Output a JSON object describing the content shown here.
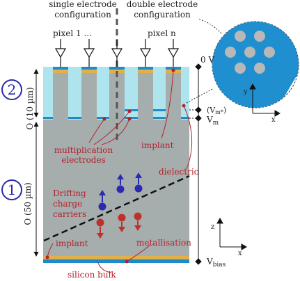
{
  "config_single": [
    "single electrode",
    "configuration"
  ],
  "config_double": [
    "double electrode",
    "configuration"
  ],
  "pixel_first": "pixel 1 ...",
  "pixel_last": "pixel n",
  "region_numbers": [
    "2",
    "1"
  ],
  "thickness_top": "O (10 µm)",
  "thickness_bulk": "O (50 µm)",
  "voltage_labels": [
    "0 V",
    "(V",
    "m*",
    ")",
    "V",
    "m",
    "V",
    "bias"
  ],
  "labels": {
    "multiplication": [
      "multiplication",
      "electrodes"
    ],
    "implant_upper": "implant",
    "dielectric": "dielectric",
    "drifting": [
      "Drifting",
      "charge",
      "carriers"
    ],
    "implant_lower": "implant",
    "metallisation": "metallisation",
    "silicon_bulk": "silicon bulk"
  },
  "axes_inset": {
    "y": "y",
    "x": "x"
  },
  "axes_main": {
    "z": "z",
    "x": "x"
  },
  "colors": {
    "dielectric": "#aee4ee",
    "silicon": "#a6adad",
    "electrode": "#1d8bc8",
    "implant": "#e1b04a",
    "carrier_blue": "#2a2ab0",
    "carrier_red": "#c0302a",
    "annotation": "#b3202a",
    "inset_bg": "#1f8fcf",
    "inset_dot": "#b8b8b8"
  },
  "icons": [
    "amplifier-triangle-icon",
    "axes-icon",
    "hexagon-pattern-icon"
  ]
}
